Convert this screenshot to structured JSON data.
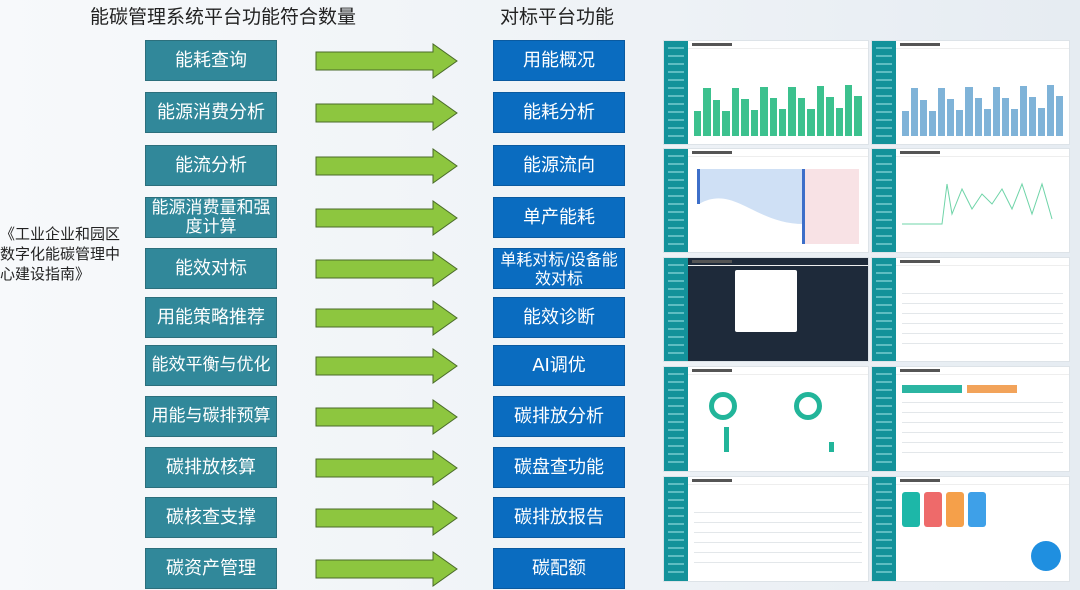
{
  "titles": {
    "left": "能碳管理系统平台功能符合数量",
    "right": "对标平台功能"
  },
  "source": "《工业企业和园区数字化能碳管理中心建设指南》",
  "rows": [
    {
      "left": "能耗查询",
      "right": "用能概况"
    },
    {
      "left": "能源消费分析",
      "right": "能耗分析"
    },
    {
      "left": "能流分析",
      "right": "能源流向"
    },
    {
      "left": "能源消费量和强度计算",
      "right": "单产能耗"
    },
    {
      "left": "能效对标",
      "right": "单耗对标/设备能效对标"
    },
    {
      "left": "用能策略推荐",
      "right": "能效诊断"
    },
    {
      "left": "能效平衡与优化",
      "right": "AI调优"
    },
    {
      "left": "用能与碳排预算",
      "right": "碳排放分析"
    },
    {
      "left": "碳排放核算",
      "right": "碳盘查功能"
    },
    {
      "left": "碳核查支撑",
      "right": "碳排放报告"
    },
    {
      "left": "碳资产管理",
      "right": "碳配额"
    }
  ],
  "colors": {
    "left_box": "#31889a",
    "right_box": "#0a6cc0",
    "arrow": "#8dc63f"
  }
}
